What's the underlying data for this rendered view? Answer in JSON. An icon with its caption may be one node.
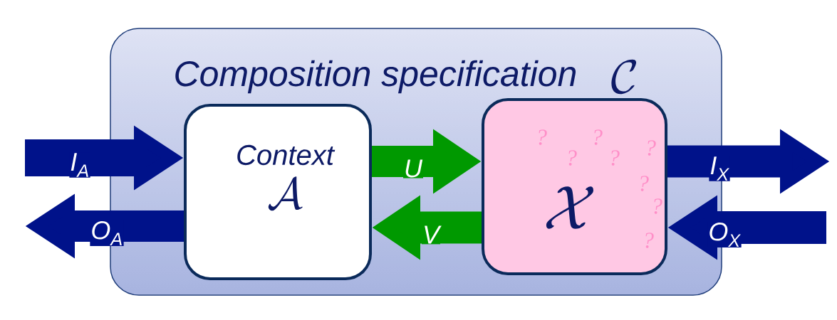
{
  "diagram": {
    "nodes": [
      {
        "text": [
          "Composition specification",
          "\\mathcal{C}"
        ]
      },
      {
        "text": [
          "Context",
          "\\mathcal{A}"
        ],
        "in": 0
      },
      {
        "text": [
          "\\mathcal{X}",
          "?",
          "?",
          "?",
          "?",
          "?",
          "?",
          "?",
          "?"
        ],
        "in": 0
      }
    ],
    "edges": [
      {
        "from": null,
        "to": 1,
        "arrow": "to",
        "label": "I$_{A}$"
      },
      {
        "from": 1,
        "to": null,
        "arrow": "to",
        "label": "O$_{A}$"
      },
      {
        "from": 1,
        "to": 2,
        "arrow": "to",
        "label": "U",
        "color": "#009900"
      },
      {
        "from": 2,
        "to": 1,
        "arrow": "to",
        "label": "V",
        "color": "#009900"
      },
      {
        "from": 2,
        "to": null,
        "arrow": "to",
        "label": "I$_{X}$"
      },
      {
        "from": null,
        "to": 2,
        "arrow": "to",
        "label": "O$_{X}$"
      }
    ]
  }
}
